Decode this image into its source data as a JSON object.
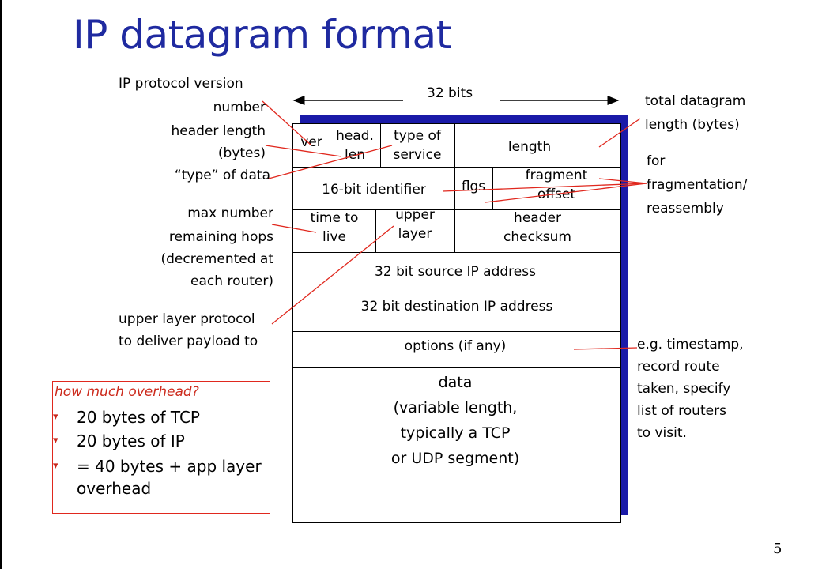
{
  "title": "IP datagram format",
  "page_number": "5",
  "width_label": "32 bits",
  "left_labels": {
    "ip_version_1": "IP protocol version",
    "ip_version_2": "number",
    "header_length_1": "header length",
    "header_length_2": "(bytes)",
    "type_of_data": "“type” of data",
    "max_hops_1": "max number",
    "max_hops_2": "remaining hops",
    "max_hops_3": "(decremented at",
    "max_hops_4": "each router)",
    "upper_layer_1": "upper layer protocol",
    "upper_layer_2": "to deliver payload to"
  },
  "right_labels": {
    "total_length_1": "total datagram",
    "total_length_2": "length (bytes)",
    "fragmentation_1": "for",
    "fragmentation_2": "fragmentation/",
    "fragmentation_3": "reassembly",
    "options_note_1": "e.g. timestamp,",
    "options_note_2": "record route",
    "options_note_3": "taken, specify",
    "options_note_4": "list of routers",
    "options_note_5": "to visit."
  },
  "fields": {
    "ver": "ver",
    "head_len_1": "head.",
    "head_len_2": "len",
    "tos_1": "type of",
    "tos_2": "service",
    "length": "length",
    "identifier": "16-bit identifier",
    "flags": "flgs",
    "frag_1": "fragment",
    "frag_2": "offset",
    "ttl_1": "time to",
    "ttl_2": "live",
    "upper_1": "upper",
    "upper_2": "layer",
    "checksum_1": "header",
    "checksum_2": "checksum",
    "src": "32 bit source IP address",
    "dst": "32 bit destination IP address",
    "options": "options (if any)",
    "data_1": "data",
    "data_2": "(variable length,",
    "data_3": "typically a TCP",
    "data_4": "or UDP segment)"
  },
  "overhead": {
    "question": "how much overhead?",
    "items": [
      "20 bytes of TCP",
      "20 bytes of IP",
      "= 40 bytes + app layer",
      "overhead"
    ]
  },
  "colors": {
    "title": "#1f2aa0",
    "shadow": "#1a1aa8",
    "pointer_lines": "#e0281e",
    "box_border": "#e0281e"
  }
}
